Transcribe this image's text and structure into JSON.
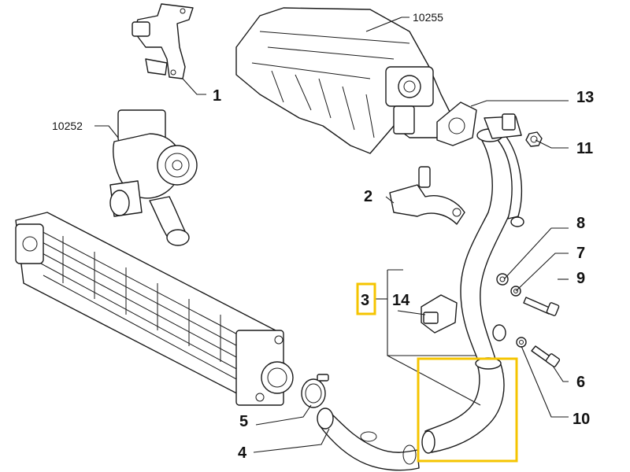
{
  "diagram": {
    "highlight_color": "#f5c400",
    "line_color": "#1a1a1a",
    "callouts": {
      "c1": "1",
      "c2": "2",
      "c3": "3",
      "c4": "4",
      "c5": "5",
      "c6": "6",
      "c7": "7",
      "c8": "8",
      "c9": "9",
      "c10": "10",
      "c11": "11",
      "c13": "13",
      "c14": "14"
    },
    "refs": {
      "r10255": "10255",
      "r10252": "10252"
    }
  }
}
